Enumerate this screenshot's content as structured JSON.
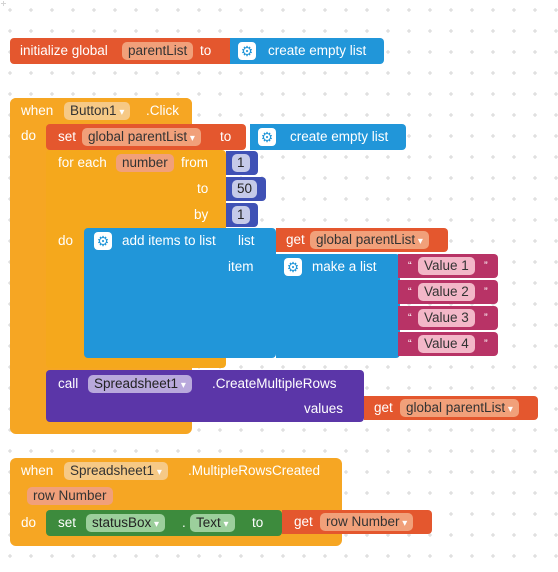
{
  "block1": {
    "initialize_global": "initialize global",
    "var_name": "parentList",
    "to": "to",
    "create_empty_list": "create empty list"
  },
  "block2": {
    "when": "when",
    "component": "Button1",
    "event": ".Click",
    "do": "do",
    "set_global": "set",
    "set_var": "global parentList",
    "to": "to",
    "create_empty_list": "create empty list",
    "for_each": "for each",
    "loop_var": "number",
    "from": "from",
    "from_val": "1",
    "to_label": "to",
    "to_val": "50",
    "by": "by",
    "by_val": "1",
    "loop_do": "do",
    "add_items": "add items to list",
    "list": "list",
    "get": "get",
    "get_var": "global parentList",
    "item": "item",
    "make_a_list": "make a list",
    "values": [
      "Value 1",
      "Value 2",
      "Value 3",
      "Value 4"
    ],
    "call": "call",
    "call_component": "Spreadsheet1",
    "call_method": ".CreateMultipleRows",
    "values_label": "values",
    "get2": "get",
    "get2_var": "global parentList"
  },
  "block3": {
    "when": "when",
    "component": "Spreadsheet1",
    "event": ".MultipleRowsCreated",
    "param": "row Number",
    "do": "do",
    "set": "set",
    "set_component": "statusBox",
    "dot": ".",
    "set_property": "Text",
    "to": "to",
    "get": "get",
    "get_var": "row Number"
  },
  "colors": {
    "variables": "#e4572e",
    "control": "#f6a623",
    "lists": "#2196d9",
    "math": "#3f51b5",
    "text": "#b83366",
    "component_call": "#5b36a8",
    "component_set": "#3d8b3d"
  },
  "icons": [
    "gear-icon",
    "dropdown-arrow-icon"
  ]
}
